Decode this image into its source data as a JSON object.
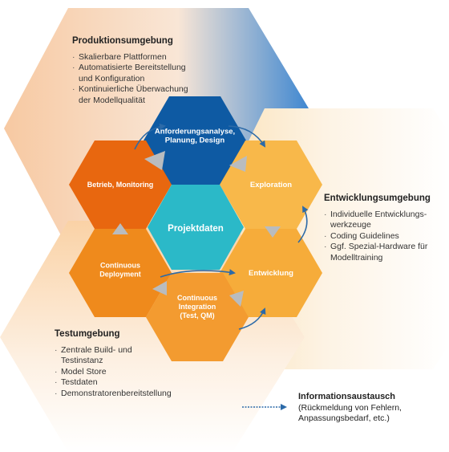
{
  "environments": {
    "production": {
      "title": "Produktionsumgebung",
      "items": [
        "Skalierbare Plattformen",
        "Automatisierte Bereitstellung\nund Konfiguration",
        "Kontinuierliche Überwachung\nder Modellqualität"
      ]
    },
    "development": {
      "title": "Entwicklungsumgebung",
      "items": [
        "Individuelle Entwicklungs-\nwerkzeuge",
        "Coding Guidelines",
        "Ggf. Spezial-Hardware für\nModelltraining"
      ]
    },
    "test": {
      "title": "Testumgebung",
      "items": [
        "Zentrale Build- und\nTestinstanz",
        "Model Store",
        "Testdaten",
        "Demonstratorenbereitstellung"
      ]
    }
  },
  "hexagons": {
    "anforderung": "Anforderungsanalyse,\nPlanung, Design",
    "exploration": "Exploration",
    "entwicklung": "Entwicklung",
    "integration": "Continuous\nIntegration\n(Test, QM)",
    "deployment": "Continuous\nDeployment",
    "betrieb": "Betrieb, Monitoring",
    "projektdaten": "Projektdaten"
  },
  "legend": {
    "title": "Informationsaustausch",
    "detail": "(Rückmeldung von Fehlern,\nAnpassungsbedarf, etc.)"
  },
  "colors": {
    "anforderung": "#0e5aa3",
    "exploration": "#f8b84a",
    "entwicklung": "#f6ac3a",
    "integration": "#f39b30",
    "deployment": "#ef8a1c",
    "betrieb": "#e8670f",
    "projektdaten": "#2bb9c8",
    "arrow": "#2c6aa8"
  }
}
